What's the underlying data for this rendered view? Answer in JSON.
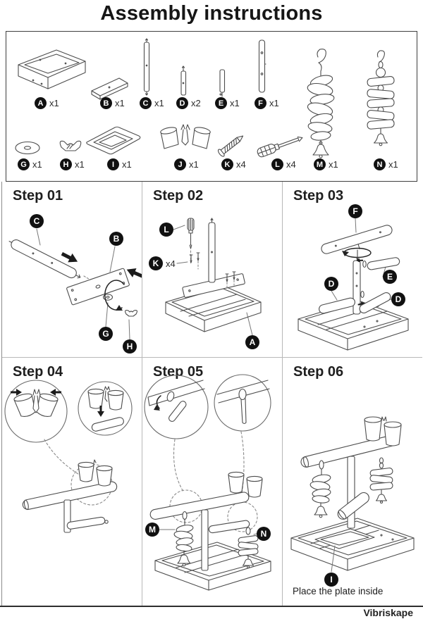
{
  "title": "Assembly instructions",
  "brand": "Vibriskape",
  "parts": [
    {
      "id": "A",
      "qty": "x1"
    },
    {
      "id": "B",
      "qty": "x1"
    },
    {
      "id": "C",
      "qty": "x1"
    },
    {
      "id": "D",
      "qty": "x2"
    },
    {
      "id": "E",
      "qty": "x1"
    },
    {
      "id": "F",
      "qty": "x1"
    },
    {
      "id": "G",
      "qty": "x1"
    },
    {
      "id": "H",
      "qty": "x1"
    },
    {
      "id": "I",
      "qty": "x1"
    },
    {
      "id": "J",
      "qty": "x1"
    },
    {
      "id": "K",
      "qty": "x4"
    },
    {
      "id": "L",
      "qty": "x4"
    },
    {
      "id": "M",
      "qty": "x1"
    },
    {
      "id": "N",
      "qty": "x1"
    }
  ],
  "steps": [
    {
      "title": "Step 01",
      "badges": {
        "c": "C",
        "b": "B",
        "g": "G",
        "h": "H"
      }
    },
    {
      "title": "Step 02",
      "badges": {
        "l": "L",
        "k": "K",
        "a": "A"
      },
      "k_qty": "x4"
    },
    {
      "title": "Step 03",
      "badges": {
        "f": "F",
        "d1": "D",
        "e": "E",
        "d2": "D"
      }
    },
    {
      "title": "Step 04"
    },
    {
      "title": "Step 05",
      "badges": {
        "m": "M",
        "n": "N"
      }
    },
    {
      "title": "Step 06",
      "badges": {
        "i": "I"
      },
      "note": "Place the plate inside"
    }
  ]
}
